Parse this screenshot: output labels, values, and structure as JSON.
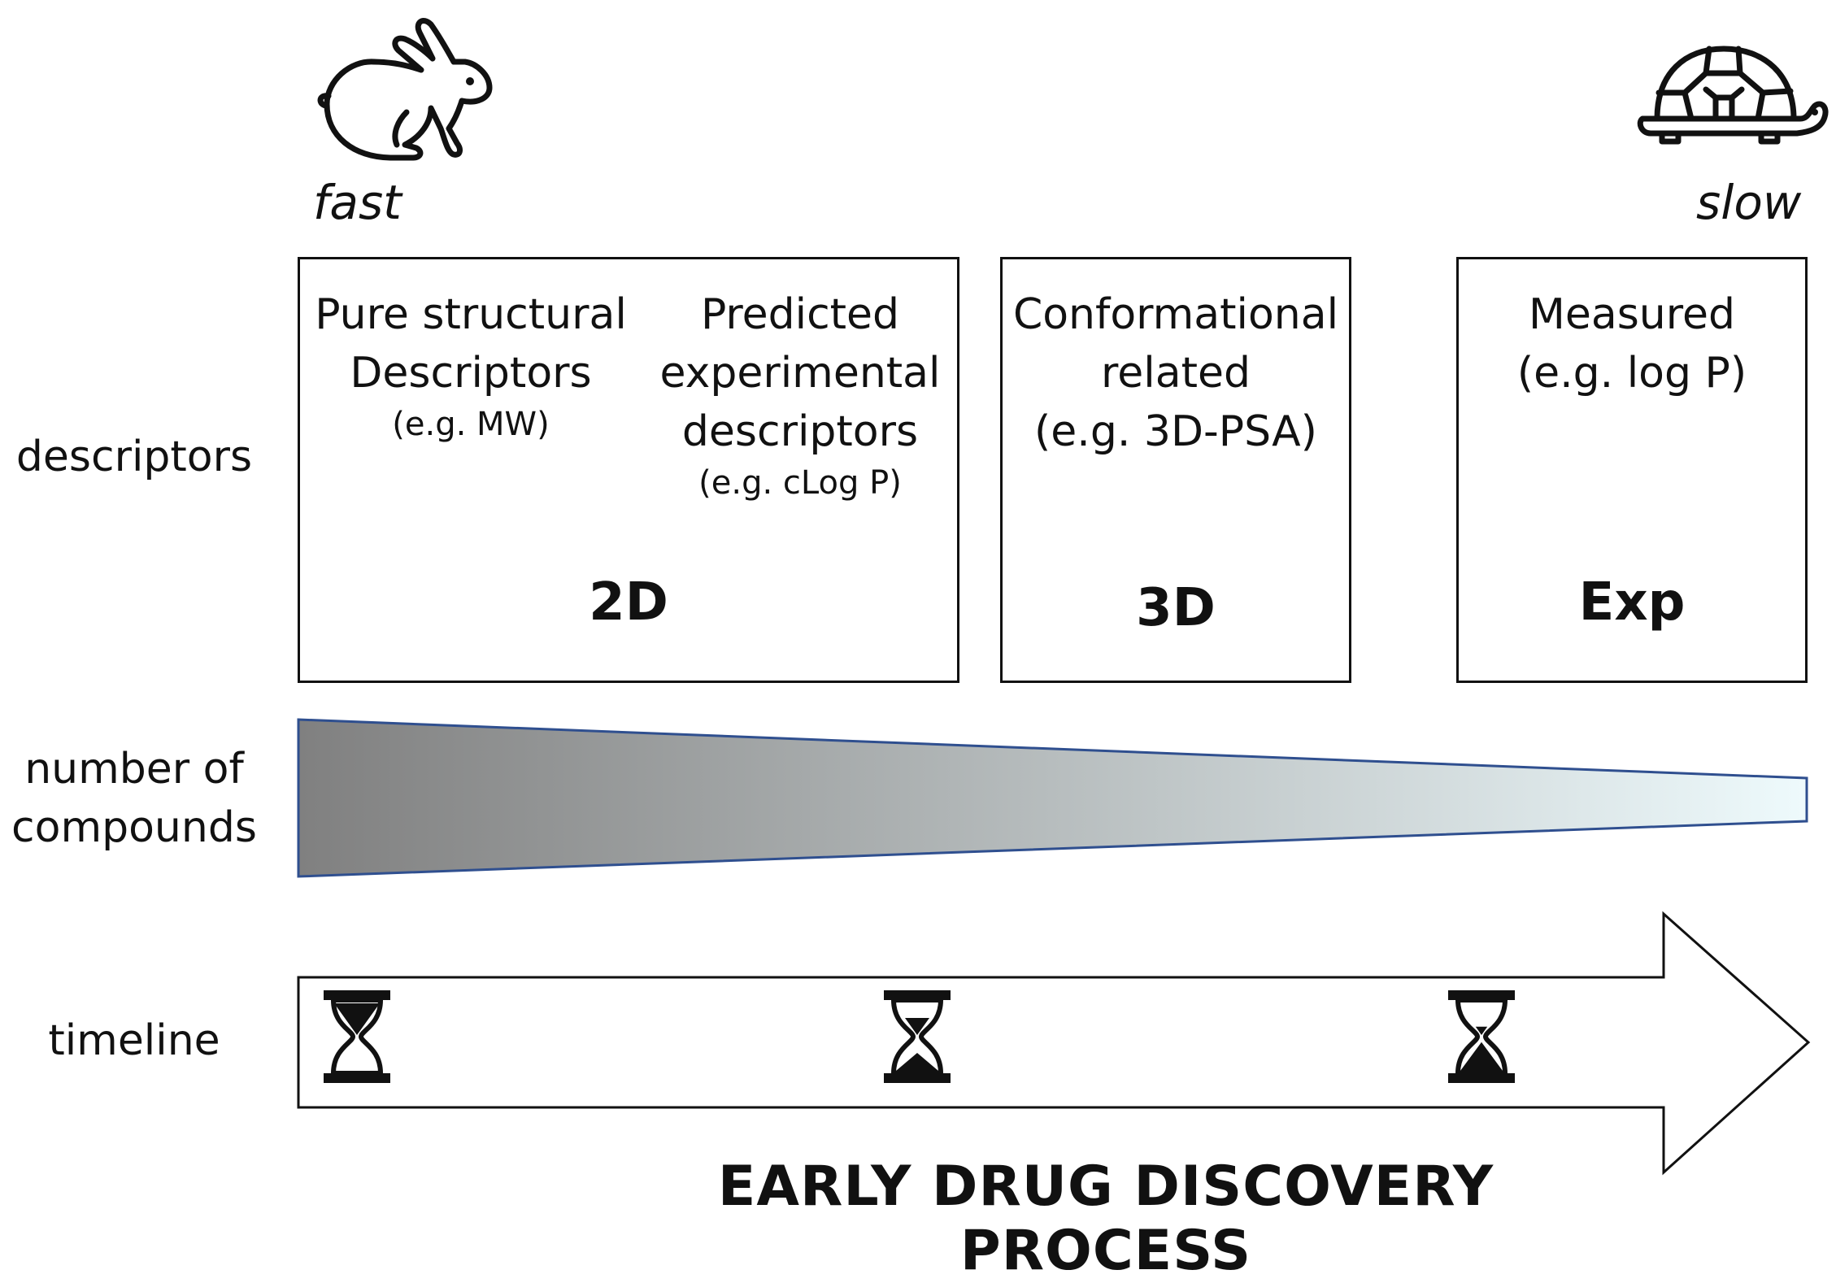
{
  "speed": {
    "fast": "fast",
    "slow": "slow"
  },
  "icons": {
    "fast": "rabbit-icon",
    "slow": "turtle-icon",
    "timeline": "hourglass-icon"
  },
  "rows": {
    "descriptors": "descriptors",
    "compounds": "number of\ncompounds",
    "timeline": "timeline"
  },
  "boxes": {
    "d2": {
      "left_main": "Pure structural\nDescriptors",
      "left_sub": "(e.g. MW)",
      "right_main": "Predicted\nexperimental\ndescriptors",
      "right_sub": "(e.g. cLog P)",
      "dim": "2D"
    },
    "d3": {
      "main": "Conformational\nrelated\n(e.g. 3D-PSA)",
      "dim": "3D"
    },
    "exp": {
      "main": "Measured\n(e.g. log P)",
      "dim": "Exp"
    }
  },
  "gradient": {
    "start": "#808080",
    "end": "#eefafc",
    "stroke": "#2f4f8f"
  },
  "hourglass_sand": [
    0.0,
    0.5,
    0.8
  ],
  "process_title": "EARLY DRUG DISCOVERY PROCESS"
}
